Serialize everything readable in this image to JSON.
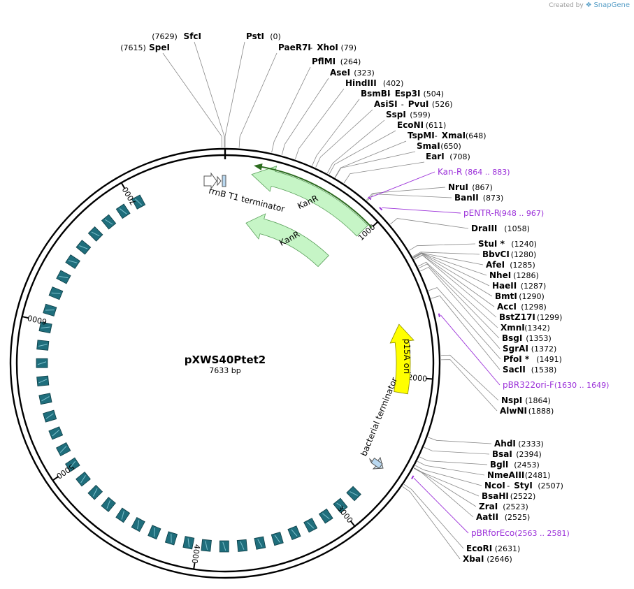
{
  "watermark": {
    "prefix": "Created by",
    "brand": "SnapGene"
  },
  "plasmid": {
    "name": "pXWS40Ptet2",
    "size_label": "7633 bp",
    "length": 7633
  },
  "ticks": [
    "1000",
    "2000",
    "3000",
    "4000",
    "5000",
    "6000",
    "7000"
  ],
  "features": [
    {
      "name": "rrnB T1 terminator",
      "color": "#b9d8f0"
    },
    {
      "name": "KanR",
      "color": "#c6f5c6"
    },
    {
      "name": "KanR",
      "color": "#c6f5c6"
    },
    {
      "name": "p15A ori",
      "color": "#ffff00"
    },
    {
      "name": "bacterial terminator",
      "color": "#b9d8f0"
    }
  ],
  "enzymes_top": [
    {
      "name": "SfcI",
      "pos": "(7629)"
    },
    {
      "name": "SpeI",
      "pos": "(7615)"
    },
    {
      "name": "PstI",
      "pos": "(0)"
    },
    {
      "name": "PaeR7I",
      "name2": "XhoI",
      "pos": "(79)"
    },
    {
      "name": "PflMI",
      "pos": "(264)"
    },
    {
      "name": "AseI",
      "pos": "(323)"
    },
    {
      "name": "HindIII",
      "pos": "(402)"
    },
    {
      "name": "BsmBI",
      "name2": "Esp3I",
      "pos": "(504)"
    },
    {
      "name": "AsiSI",
      "name2": "PvuI",
      "pos": "(526)"
    },
    {
      "name": "SspI",
      "pos": "(599)"
    },
    {
      "name": "EcoNI",
      "pos": "(611)"
    },
    {
      "name": "TspMI",
      "name2": "XmaI",
      "pos": "(648)"
    },
    {
      "name": "SmaI",
      "pos": "(650)"
    },
    {
      "name": "EarI",
      "pos": "(708)"
    }
  ],
  "primers": [
    {
      "name": "Kan-R",
      "range": "(864 .. 883)"
    },
    {
      "name": "pENTR-R",
      "range": "(948 .. 967)"
    },
    {
      "name": "pBR322ori-F",
      "range": "(1630 .. 1649)"
    },
    {
      "name": "pBRforEco",
      "range": "(2563 .. 2581)"
    }
  ],
  "enzymes_right": [
    {
      "name": "NruI",
      "pos": "(867)"
    },
    {
      "name": "BanII",
      "pos": "(873)"
    },
    {
      "name": "DraIII",
      "pos": "(1058)"
    },
    {
      "name": "StuI *",
      "pos": "(1240)"
    },
    {
      "name": "BbvCI",
      "pos": "(1280)"
    },
    {
      "name": "AfeI",
      "pos": "(1285)"
    },
    {
      "name": "NheI",
      "pos": "(1286)"
    },
    {
      "name": "HaeII",
      "pos": "(1287)"
    },
    {
      "name": "BmtI",
      "pos": "(1290)"
    },
    {
      "name": "AccI",
      "pos": "(1298)"
    },
    {
      "name": "BstZ17I",
      "pos": "(1299)"
    },
    {
      "name": "XmnI",
      "pos": "(1342)"
    },
    {
      "name": "BsgI",
      "pos": "(1353)"
    },
    {
      "name": "SgrAI",
      "pos": "(1372)"
    },
    {
      "name": "PfoI *",
      "pos": "(1491)"
    },
    {
      "name": "SacII",
      "pos": "(1538)"
    },
    {
      "name": "NspI",
      "pos": "(1864)"
    },
    {
      "name": "AlwNI",
      "pos": "(1888)"
    },
    {
      "name": "AhdI",
      "pos": "(2333)"
    },
    {
      "name": "BsaI",
      "pos": "(2394)"
    },
    {
      "name": "BglI",
      "pos": "(2453)"
    },
    {
      "name": "NmeAIII",
      "pos": "(2481)"
    },
    {
      "name": "NcoI",
      "name2": "StyI",
      "pos": "(2507)"
    },
    {
      "name": "BsaHI",
      "pos": "(2522)"
    },
    {
      "name": "ZraI",
      "pos": "(2523)"
    },
    {
      "name": "AatII",
      "pos": "(2525)"
    },
    {
      "name": "EcoRI",
      "pos": "(2631)"
    },
    {
      "name": "XbaI",
      "pos": "(2646)"
    }
  ],
  "colors": {
    "primer": "#9b30d9",
    "repeat_block": "#1f6e7c",
    "backbone": "#000000"
  }
}
